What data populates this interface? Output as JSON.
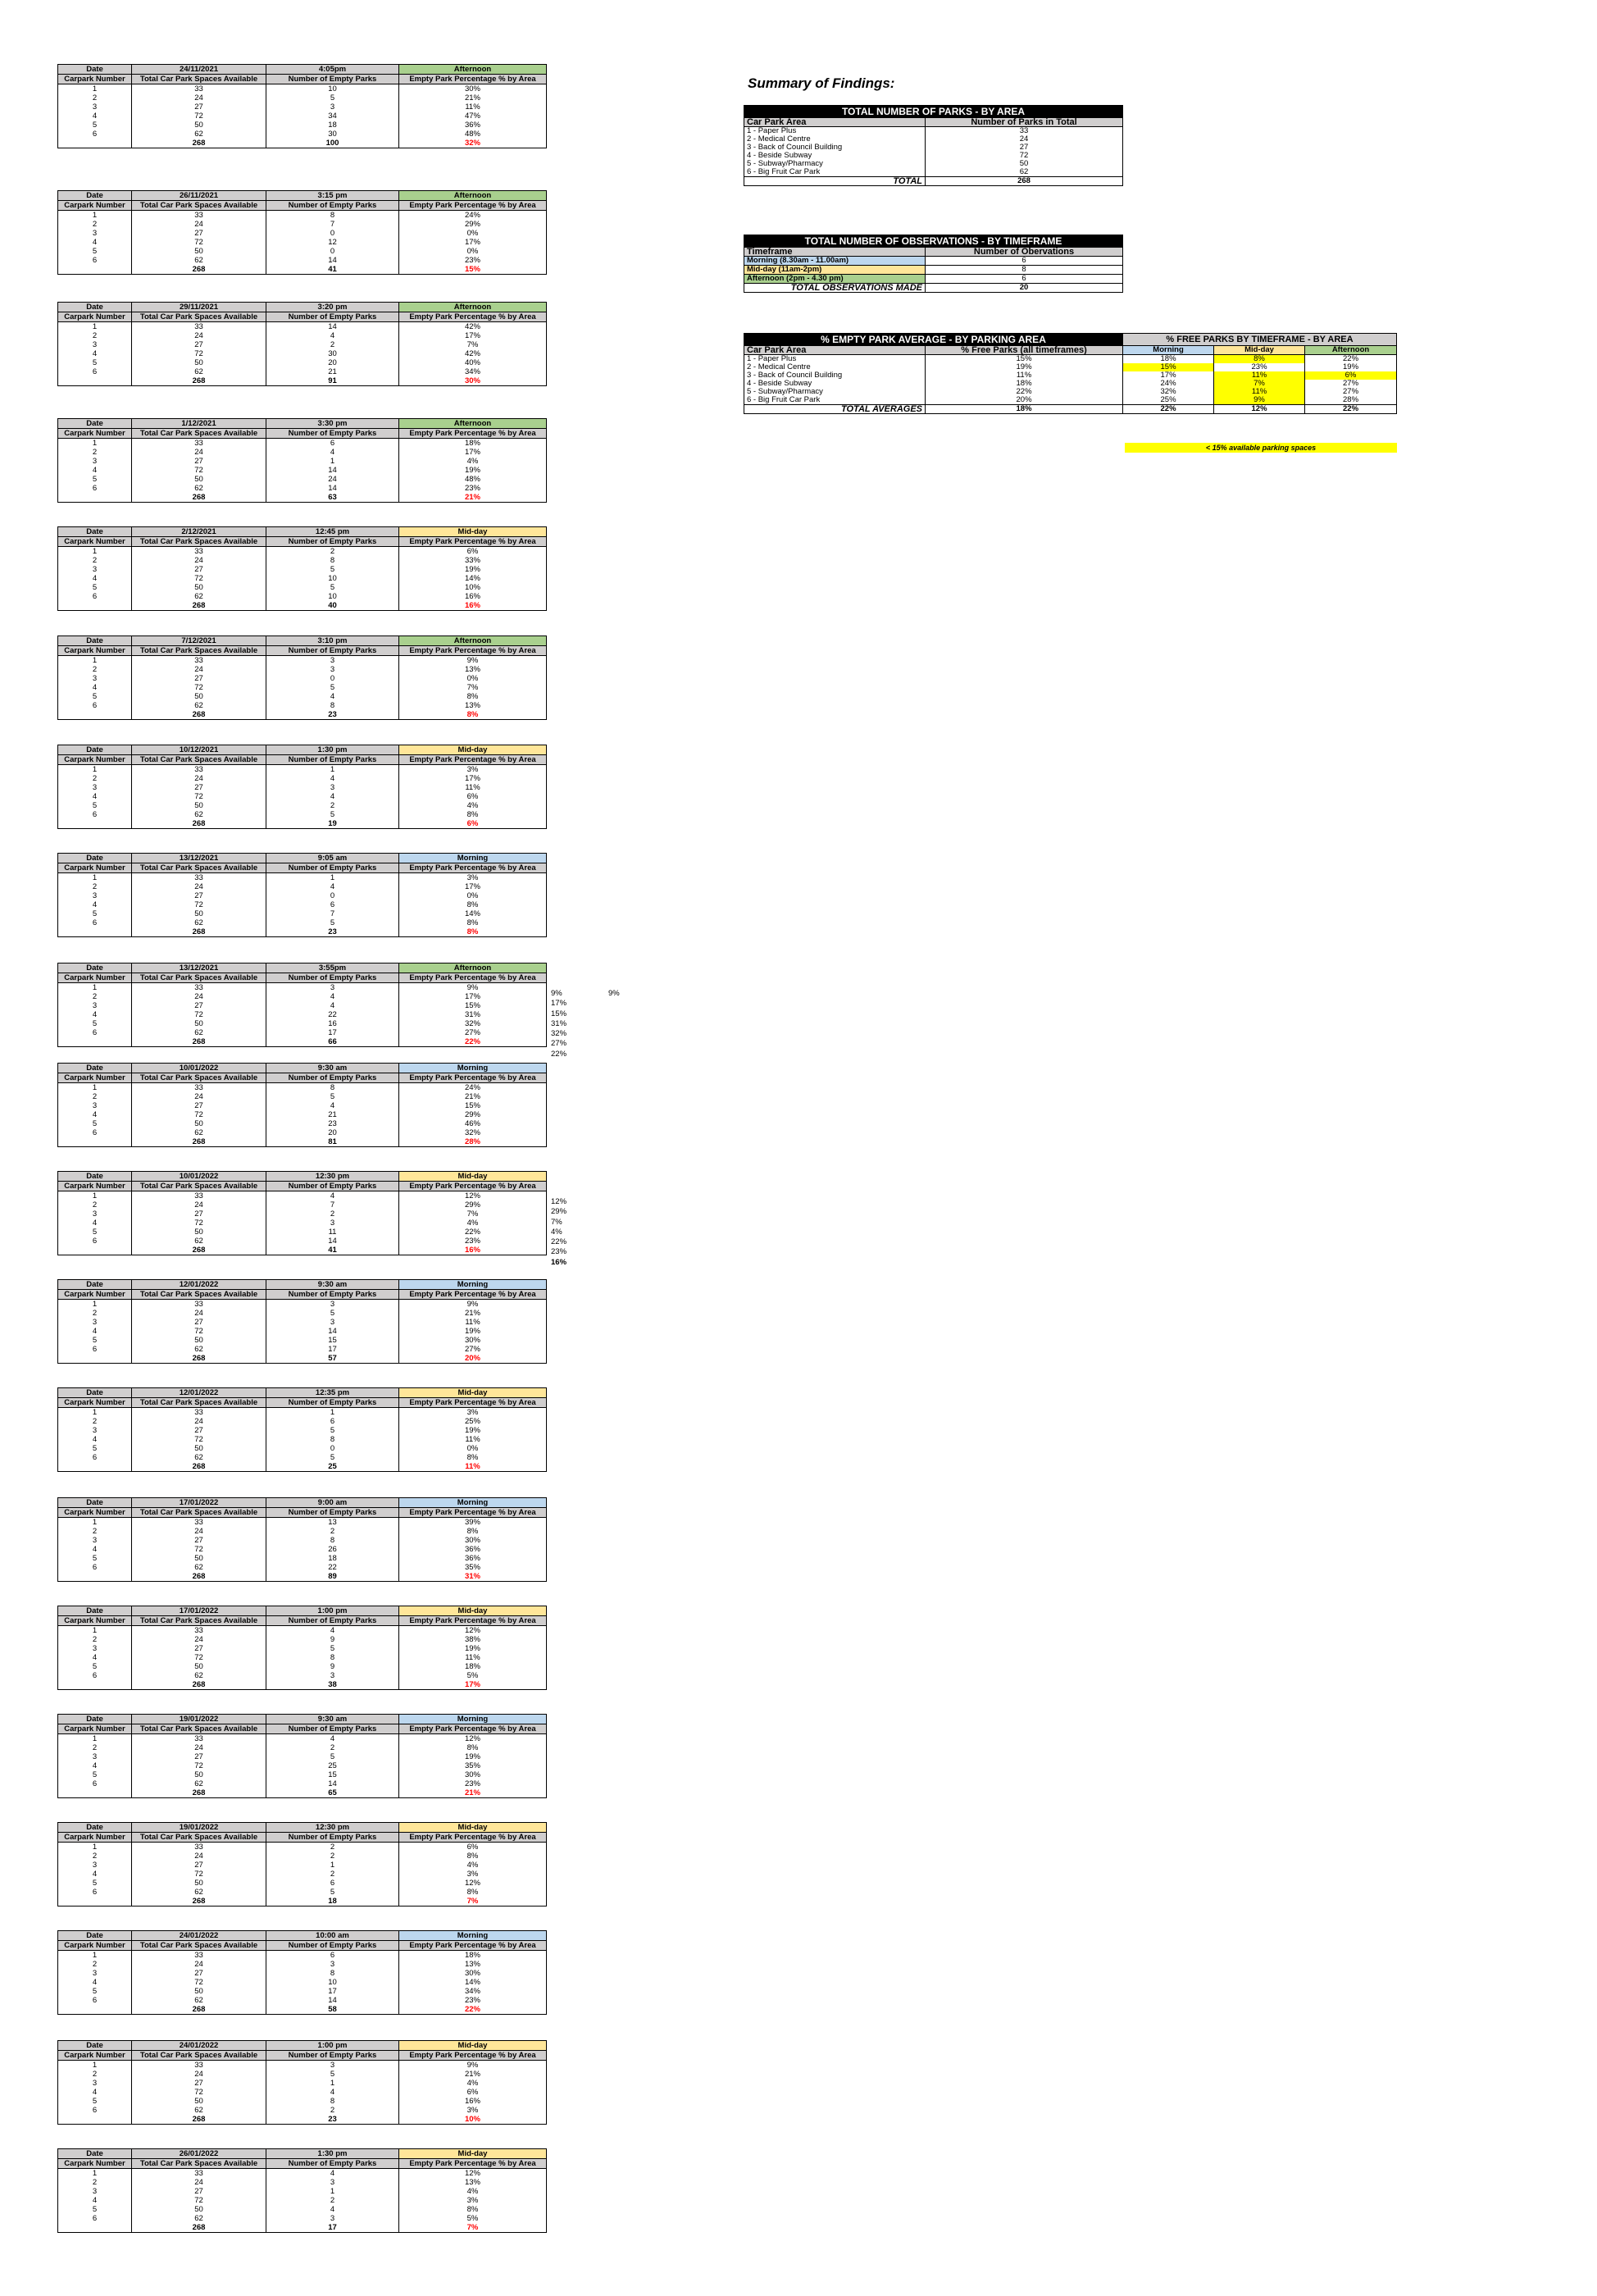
{
  "headers": {
    "date": "Date",
    "carpark_number": "Carpark Number",
    "total_spaces": "Total Car Park Spaces Available",
    "empty_parks": "Number of Empty Parks",
    "empty_pct": "Empty Park Percentage % by Area"
  },
  "totals_spaces": "268",
  "areas": [
    "1",
    "2",
    "3",
    "4",
    "5",
    "6"
  ],
  "capacities": [
    "33",
    "24",
    "27",
    "72",
    "50",
    "62"
  ],
  "observations": [
    {
      "date": "24/11/2021",
      "time": "4:05pm",
      "timeframe": "Afternoon",
      "empty": [
        "10",
        "5",
        "3",
        "34",
        "18",
        "30"
      ],
      "pct": [
        "30%",
        "21%",
        "11%",
        "47%",
        "36%",
        "48%"
      ],
      "total": "100",
      "total_pct": "32%"
    },
    {
      "date": "26/11/2021",
      "time": "3:15 pm",
      "timeframe": "Afternoon",
      "empty": [
        "8",
        "7",
        "0",
        "12",
        "0",
        "14"
      ],
      "pct": [
        "24%",
        "29%",
        "0%",
        "17%",
        "0%",
        "23%"
      ],
      "total": "41",
      "total_pct": "15%"
    },
    {
      "date": "29/11/2021",
      "time": "3:20 pm",
      "timeframe": "Afternoon",
      "empty": [
        "14",
        "4",
        "2",
        "30",
        "20",
        "21"
      ],
      "pct": [
        "42%",
        "17%",
        "7%",
        "42%",
        "40%",
        "34%"
      ],
      "total": "91",
      "total_pct": "30%"
    },
    {
      "date": "1/12/2021",
      "time": "3:30 pm",
      "timeframe": "Afternoon",
      "empty": [
        "6",
        "4",
        "1",
        "14",
        "24",
        "14"
      ],
      "pct": [
        "18%",
        "17%",
        "4%",
        "19%",
        "48%",
        "23%"
      ],
      "total": "63",
      "total_pct": "21%"
    },
    {
      "date": "2/12/2021",
      "time": "12:45 pm",
      "timeframe": "Mid-day",
      "empty": [
        "2",
        "8",
        "5",
        "10",
        "5",
        "10"
      ],
      "pct": [
        "6%",
        "33%",
        "19%",
        "14%",
        "10%",
        "16%"
      ],
      "total": "40",
      "total_pct": "16%"
    },
    {
      "date": "7/12/2021",
      "time": "3:10 pm",
      "timeframe": "Afternoon",
      "empty": [
        "3",
        "3",
        "0",
        "5",
        "4",
        "8"
      ],
      "pct": [
        "9%",
        "13%",
        "0%",
        "7%",
        "8%",
        "13%"
      ],
      "total": "23",
      "total_pct": "8%"
    },
    {
      "date": "10/12/2021",
      "time": "1:30 pm",
      "timeframe": "Mid-day",
      "empty": [
        "1",
        "4",
        "3",
        "4",
        "2",
        "5"
      ],
      "pct": [
        "3%",
        "17%",
        "11%",
        "6%",
        "4%",
        "8%"
      ],
      "total": "19",
      "total_pct": "6%"
    },
    {
      "date": "13/12/2021",
      "time": "9:05 am",
      "timeframe": "Morning",
      "empty": [
        "1",
        "4",
        "0",
        "6",
        "7",
        "5"
      ],
      "pct": [
        "3%",
        "17%",
        "0%",
        "8%",
        "14%",
        "8%"
      ],
      "total": "23",
      "total_pct": "8%"
    },
    {
      "date": "13/12/2021",
      "time": "3:55pm",
      "timeframe": "Afternoon",
      "empty": [
        "3",
        "4",
        "4",
        "22",
        "16",
        "17"
      ],
      "pct": [
        "9%",
        "17%",
        "15%",
        "31%",
        "32%",
        "27%"
      ],
      "total": "66",
      "total_pct": "22%"
    },
    {
      "date": "10/01/2022",
      "time": "9:30 am",
      "timeframe": "Morning",
      "empty": [
        "8",
        "5",
        "4",
        "21",
        "23",
        "20"
      ],
      "pct": [
        "24%",
        "21%",
        "15%",
        "29%",
        "46%",
        "32%"
      ],
      "total": "81",
      "total_pct": "28%"
    },
    {
      "date": "10/01/2022",
      "time": "12:30 pm",
      "timeframe": "Mid-day",
      "empty": [
        "4",
        "7",
        "2",
        "3",
        "11",
        "14"
      ],
      "pct": [
        "12%",
        "29%",
        "7%",
        "4%",
        "22%",
        "23%"
      ],
      "total": "41",
      "total_pct": "16%"
    },
    {
      "date": "12/01/2022",
      "time": "9:30 am",
      "timeframe": "Morning",
      "empty": [
        "3",
        "5",
        "3",
        "14",
        "15",
        "17"
      ],
      "pct": [
        "9%",
        "21%",
        "11%",
        "19%",
        "30%",
        "27%"
      ],
      "total": "57",
      "total_pct": "20%"
    },
    {
      "date": "12/01/2022",
      "time": "12:35 pm",
      "timeframe": "Mid-day",
      "empty": [
        "1",
        "6",
        "5",
        "8",
        "0",
        "5"
      ],
      "pct": [
        "3%",
        "25%",
        "19%",
        "11%",
        "0%",
        "8%"
      ],
      "total": "25",
      "total_pct": "11%"
    },
    {
      "date": "17/01/2022",
      "time": "9:00 am",
      "timeframe": "Morning",
      "empty": [
        "13",
        "2",
        "8",
        "26",
        "18",
        "22"
      ],
      "pct": [
        "39%",
        "8%",
        "30%",
        "36%",
        "36%",
        "35%"
      ],
      "total": "89",
      "total_pct": "31%"
    },
    {
      "date": "17/01/2022",
      "time": "1:00 pm",
      "timeframe": "Mid-day",
      "empty": [
        "4",
        "9",
        "5",
        "8",
        "9",
        "3"
      ],
      "pct": [
        "12%",
        "38%",
        "19%",
        "11%",
        "18%",
        "5%"
      ],
      "total": "38",
      "total_pct": "17%"
    },
    {
      "date": "19/01/2022",
      "time": "9:30 am",
      "timeframe": "Morning",
      "empty": [
        "4",
        "2",
        "5",
        "25",
        "15",
        "14"
      ],
      "pct": [
        "12%",
        "8%",
        "19%",
        "35%",
        "30%",
        "23%"
      ],
      "total": "65",
      "total_pct": "21%"
    },
    {
      "date": "19/01/2022",
      "time": "12:30 pm",
      "timeframe": "Mid-day",
      "empty": [
        "2",
        "2",
        "1",
        "2",
        "6",
        "5"
      ],
      "pct": [
        "6%",
        "8%",
        "4%",
        "3%",
        "12%",
        "8%"
      ],
      "total": "18",
      "total_pct": "7%"
    },
    {
      "date": "24/01/2022",
      "time": "10:00 am",
      "timeframe": "Morning",
      "empty": [
        "6",
        "3",
        "8",
        "10",
        "17",
        "14"
      ],
      "pct": [
        "18%",
        "13%",
        "30%",
        "14%",
        "34%",
        "23%"
      ],
      "total": "58",
      "total_pct": "22%"
    },
    {
      "date": "24/01/2022",
      "time": "1:00 pm",
      "timeframe": "Mid-day",
      "empty": [
        "3",
        "5",
        "1",
        "4",
        "8",
        "2"
      ],
      "pct": [
        "9%",
        "21%",
        "4%",
        "6%",
        "16%",
        "3%"
      ],
      "total": "23",
      "total_pct": "10%"
    },
    {
      "date": "26/01/2022",
      "time": "1:30 pm",
      "timeframe": "Mid-day",
      "empty": [
        "4",
        "3",
        "1",
        "2",
        "4",
        "3"
      ],
      "pct": [
        "12%",
        "13%",
        "4%",
        "3%",
        "8%",
        "5%"
      ],
      "total": "17",
      "total_pct": "7%"
    }
  ],
  "side_notes": {
    "obs9": [
      "9%",
      "17%",
      "15%",
      "31%",
      "32%",
      "27%",
      "22%"
    ],
    "obs9_extra": "9%",
    "obs11": [
      "12%",
      "29%",
      "7%",
      "4%",
      "22%",
      "23%",
      "16%"
    ]
  },
  "summary": {
    "title": "Summary of Findings:",
    "parks_by_area": {
      "header": "TOTAL NUMBER OF PARKS - BY  AREA",
      "col1": "Car Park Area",
      "col2": "Number of Parks in Total",
      "rows": [
        {
          "area": "1 - Paper Plus",
          "count": "33"
        },
        {
          "area": "2 - Medical Centre",
          "count": "24"
        },
        {
          "area": "3 - Back of Council Building",
          "count": "27"
        },
        {
          "area": "4 - Beside Subway",
          "count": "72"
        },
        {
          "area": "5 - Subway/Pharmacy",
          "count": "50"
        },
        {
          "area": "6 - Big Fruit Car Park",
          "count": "62"
        }
      ],
      "total_label": "TOTAL",
      "total": "268"
    },
    "obs_by_timeframe": {
      "header": "TOTAL NUMBER OF OBSERVATIONS - BY TIMEFRAME",
      "col1": "Timeframe",
      "col2": "Number of Obervations",
      "rows": [
        {
          "tf": "Morning (8.30am - 11.00am)",
          "count": "6"
        },
        {
          "tf": "Mid-day (11am-2pm)",
          "count": "8"
        },
        {
          "tf": "Afternoon (2pm - 4.30 pm)",
          "count": "6"
        }
      ],
      "total_label": "TOTAL OBSERVATIONS MADE",
      "total": "20"
    },
    "avg_by_area": {
      "header": "% EMPTY PARK AVERAGE - BY PARKING AREA",
      "header2": "% FREE PARKS BY TIMEFRAME - BY AREA",
      "col1": "Car Park Area",
      "col2": "% Free Parks (all timeframes)",
      "col3": "Morning",
      "col4": "Mid-day",
      "col5": "Afternoon",
      "rows": [
        {
          "area": "1 - Paper Plus",
          "all": "15%",
          "morning": "18%",
          "midday": "8%",
          "afternoon": "22%"
        },
        {
          "area": "2 - Medical Centre",
          "all": "19%",
          "morning": "15%",
          "midday": "23%",
          "afternoon": "19%"
        },
        {
          "area": "3 - Back of Council Building",
          "all": "11%",
          "morning": "17%",
          "midday": "11%",
          "afternoon": "6%"
        },
        {
          "area": "4 - Beside Subway",
          "all": "18%",
          "morning": "24%",
          "midday": "7%",
          "afternoon": "27%"
        },
        {
          "area": "5 - Subway/Pharmacy",
          "all": "22%",
          "morning": "32%",
          "midday": "11%",
          "afternoon": "27%"
        },
        {
          "area": "6 - Big Fruit Car Park",
          "all": "20%",
          "morning": "25%",
          "midday": "9%",
          "afternoon": "28%"
        }
      ],
      "total_label": "TOTAL AVERAGES",
      "total_all": "18%",
      "total_morning": "22%",
      "total_midday": "12%",
      "total_afternoon": "22%"
    },
    "legend": "< 15% available parking spaces",
    "colors": {
      "afternoon": "#a9d08e",
      "midday": "#ffe699",
      "morning": "#bdd7ee",
      "highlight": "#ffff00",
      "header_gray": "#d0cece",
      "total_red": "#ff0000"
    }
  }
}
